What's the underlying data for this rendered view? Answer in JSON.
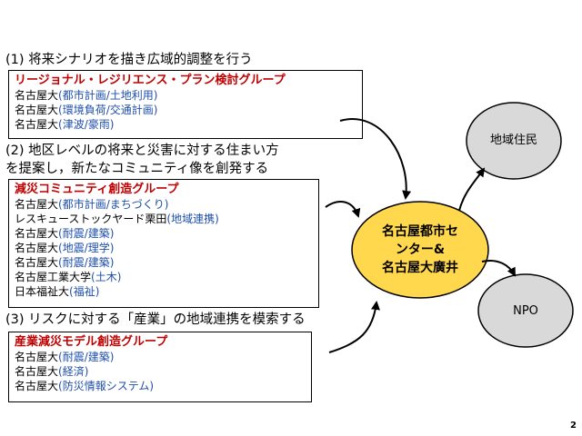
{
  "headings": {
    "h1": "(1)  将来シナリオを描き広域的調整を行う",
    "h2_line1": "(2)  地区レベルの将来と災害に対する住まい方",
    "h2_line2": "を提案し，新たなコミュニティ像を創発する",
    "h3": "(3)  リスクに対する「産業」の地域連携を模索する"
  },
  "groups": [
    {
      "title": "リージョナル・レジリエンス・プラン検討グループ",
      "members": [
        {
          "aff": "名古屋大",
          "field": "(都市計画/土地利用)"
        },
        {
          "aff": "名古屋大",
          "field": "(環境負荷/交通計画)"
        },
        {
          "aff": "名古屋大",
          "field": "(津波/豪雨)"
        }
      ]
    },
    {
      "title": "減災コミュニティ創造グループ",
      "members": [
        {
          "aff": "名古屋大",
          "field": "(都市計画/まちづくり)"
        },
        {
          "aff": "レスキューストックヤード栗田",
          "field": "(地域連携)"
        },
        {
          "aff": "名古屋大",
          "field": "(耐震/建築)"
        },
        {
          "aff": "名古屋大",
          "field": "(地震/理学)"
        },
        {
          "aff": "名古屋大",
          "field": "(耐震/建築)"
        },
        {
          "aff": "名古屋工業大学",
          "field": "(土木)"
        },
        {
          "aff": "日本福祉大",
          "field": "(福祉)"
        }
      ]
    },
    {
      "title": "産業減災モデル創造グループ",
      "members": [
        {
          "aff": "名古屋大",
          "field": "(耐震/建築)"
        },
        {
          "aff": "名古屋大",
          "field": "(経済)"
        },
        {
          "aff": "名古屋大",
          "field": "(防災情報システム)"
        }
      ]
    }
  ],
  "nodes": {
    "center_line1": "名古屋都市セ",
    "center_line2": "ンター&",
    "center_line3": "名古屋大廣井",
    "residents": "地域住民",
    "npo": "NPO"
  },
  "colors": {
    "group_title": "#c00000",
    "field_text": "#1f4fa8",
    "center_fill": "#ffd84d",
    "outer_fill": "#d9d9d9"
  },
  "page_number": "2"
}
